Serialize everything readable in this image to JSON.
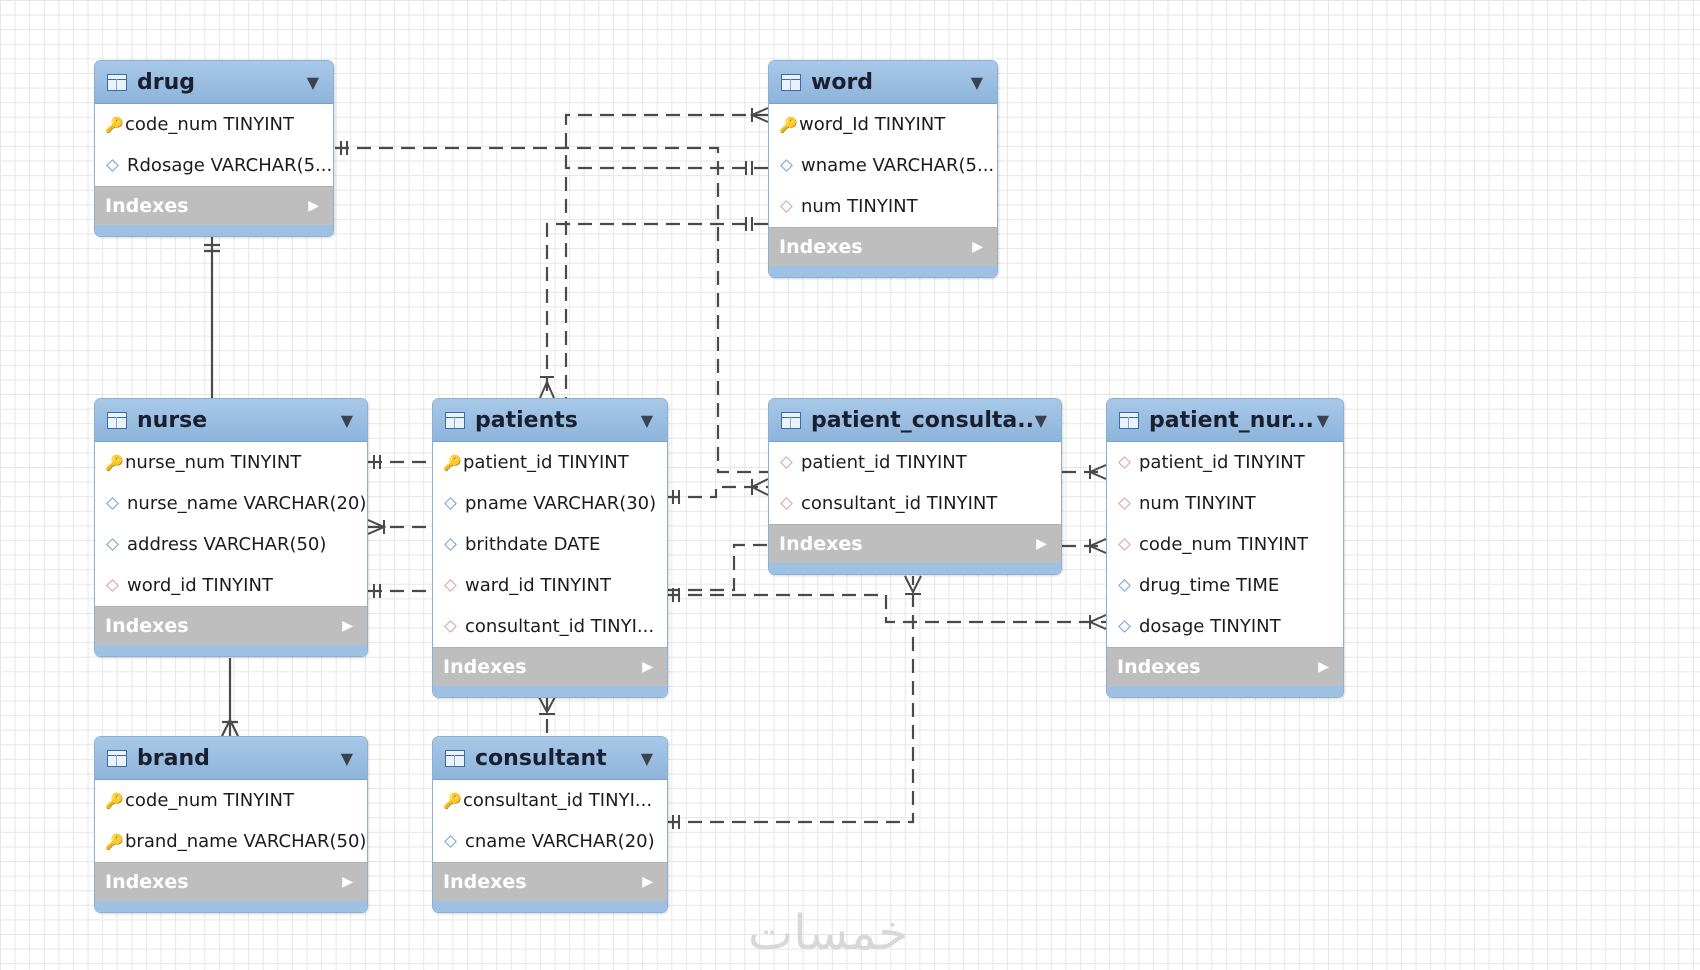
{
  "colors": {
    "header": "#9dbfe2",
    "indexes": "#bebebe",
    "pk_key": "#e8b800",
    "pkfk_key": "#c8861e",
    "column_diamond": "#6fa0d6",
    "fk_diamond": "#d8a0a0"
  },
  "watermark": "خمسات",
  "tables": {
    "drug": {
      "name": "drug",
      "columns": [
        {
          "text": "code_num TINYINT",
          "icon": "pk"
        },
        {
          "text": "Rdosage VARCHAR(5...",
          "icon": "col"
        }
      ],
      "indexes": "Indexes"
    },
    "word": {
      "name": "word",
      "columns": [
        {
          "text": "word_Id TINYINT",
          "icon": "pk"
        },
        {
          "text": "wname VARCHAR(5...",
          "icon": "col"
        },
        {
          "text": "num TINYINT",
          "icon": "fk"
        }
      ],
      "indexes": "Indexes"
    },
    "nurse": {
      "name": "nurse",
      "columns": [
        {
          "text": "nurse_num TINYINT",
          "icon": "pk"
        },
        {
          "text": "nurse_name VARCHAR(20)",
          "icon": "col"
        },
        {
          "text": "address VARCHAR(50)",
          "icon": "col"
        },
        {
          "text": "word_id TINYINT",
          "icon": "fk"
        }
      ],
      "indexes": "Indexes"
    },
    "patients": {
      "name": "patients",
      "columns": [
        {
          "text": "patient_id TINYINT",
          "icon": "pk"
        },
        {
          "text": "pname VARCHAR(30)",
          "icon": "col"
        },
        {
          "text": "brithdate DATE",
          "icon": "col"
        },
        {
          "text": "ward_id TINYINT",
          "icon": "fk"
        },
        {
          "text": "consultant_id TINYI...",
          "icon": "fk"
        }
      ],
      "indexes": "Indexes"
    },
    "patient_consultant": {
      "name": "patient_consulta...",
      "columns": [
        {
          "text": "patient_id TINYINT",
          "icon": "fk"
        },
        {
          "text": "consultant_id TINYINT",
          "icon": "fk"
        }
      ],
      "indexes": "Indexes"
    },
    "patient_nurse": {
      "name": "patient_nur...",
      "columns": [
        {
          "text": "patient_id TINYINT",
          "icon": "fk"
        },
        {
          "text": "num TINYINT",
          "icon": "fk"
        },
        {
          "text": "code_num TINYINT",
          "icon": "fk"
        },
        {
          "text": "drug_time TIME",
          "icon": "col"
        },
        {
          "text": "dosage TINYINT",
          "icon": "col"
        }
      ],
      "indexes": "Indexes"
    },
    "brand": {
      "name": "brand",
      "columns": [
        {
          "text": "code_num TINYINT",
          "icon": "pkfk"
        },
        {
          "text": "brand_name VARCHAR(50)",
          "icon": "pk"
        }
      ],
      "indexes": "Indexes"
    },
    "consultant": {
      "name": "consultant",
      "columns": [
        {
          "text": "consultant_id TINYI...",
          "icon": "pk"
        },
        {
          "text": "cname VARCHAR(20)",
          "icon": "col"
        }
      ],
      "indexes": "Indexes"
    }
  }
}
